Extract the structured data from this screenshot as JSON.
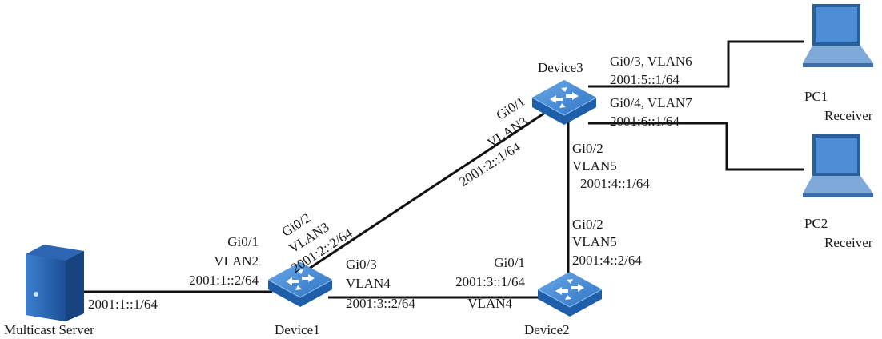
{
  "nodes": {
    "server": {
      "label": "Multicast Server",
      "ip": "2001:1::1/64"
    },
    "device1": {
      "label": "Device1"
    },
    "device2": {
      "label": "Device2"
    },
    "device3": {
      "label": "Device3"
    },
    "pc1": {
      "name": "PC1",
      "role": "Receiver"
    },
    "pc2": {
      "name": "PC2",
      "role": "Receiver"
    }
  },
  "links": {
    "d1_server": {
      "port": "Gi0/1",
      "vlan": "VLAN2",
      "ip": "2001:1::2/64"
    },
    "d1_d3": {
      "port": "Gi0/2",
      "vlan": "VLAN3",
      "ip": "2001:2::2/64"
    },
    "d1_d2": {
      "port": "Gi0/3",
      "vlan": "VLAN4",
      "ip": "2001:3::2/64"
    },
    "d2_d1": {
      "port": "Gi0/1",
      "vlan": "VLAN4",
      "ip": "2001:3::1/64"
    },
    "d2_d3": {
      "port": "Gi0/2",
      "vlan": "VLAN5",
      "ip": "2001:4::2/64"
    },
    "d3_d1": {
      "port": "Gi0/1",
      "vlan": "VLAN3",
      "ip": "2001:2::1/64"
    },
    "d3_d2": {
      "port": "Gi0/2",
      "vlan": "VLAN5",
      "ip": "2001:4::1/64"
    },
    "d3_pc1": {
      "port_vlan": "Gi0/3, VLAN6",
      "ip": "2001:5::1/64"
    },
    "d3_pc2": {
      "port_vlan": "Gi0/4, VLAN7",
      "ip": "2001:6::1/64"
    }
  },
  "colors": {
    "switch_top": "#4a8fd6",
    "switch_side": "#1f5ea8",
    "line": "#111111"
  }
}
